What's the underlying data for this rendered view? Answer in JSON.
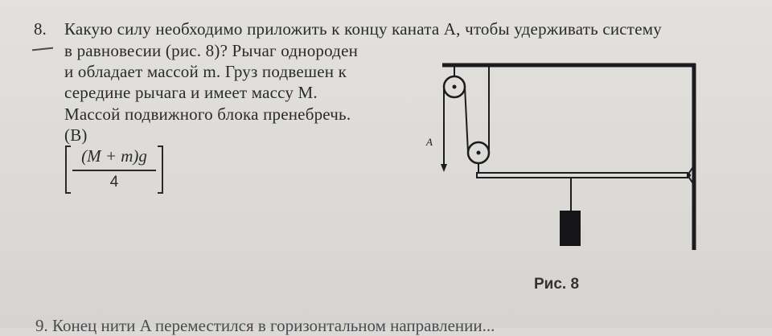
{
  "problem": {
    "number": "8.",
    "lines": [
      "Какую силу необходимо приложить к концу каната A, чтобы удерживать систему",
      "в равновесии (рис. 8)? Рычаг однороден",
      "и обладает массой m. Груз подвешен к",
      "середине рычага и имеет массу M.",
      "Массой подвижного блока пренебречь.",
      "(В)"
    ],
    "answer": {
      "numerator": "(M + m)g",
      "denominator": "4"
    }
  },
  "figure": {
    "point_label": "A",
    "caption": "Рис. 8"
  },
  "next_problem": {
    "text": "9. Конец нити A переместился в горизонтальном направлении..."
  }
}
